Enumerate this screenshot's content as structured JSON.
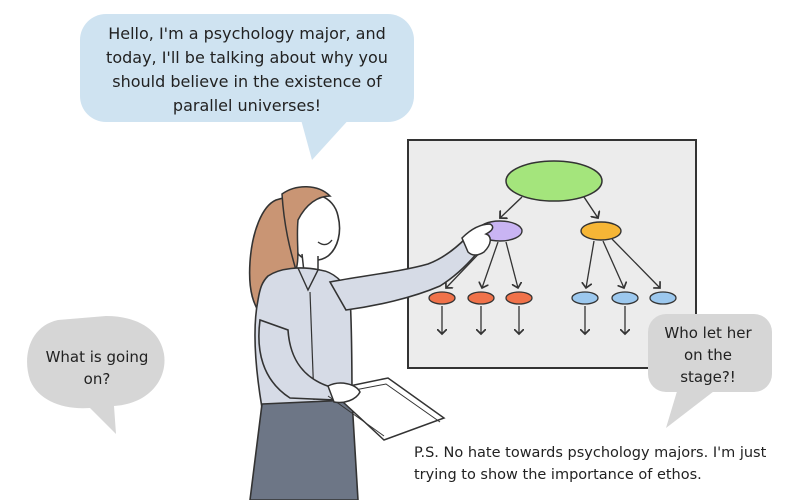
{
  "speech_bubbles": {
    "presenter": "Hello, I'm a psychology major, and today, I'll be talking about why you should believe in the existence of parallel universes!",
    "audience_left": "What is going on?",
    "audience_right": "Who let her on the stage?!"
  },
  "footnote": "P.S. No hate towards psychology majors. I'm just trying to show the importance of ethos.",
  "colors": {
    "bubble_blue": "#cfe3f1",
    "bubble_gray": "#d6d6d6",
    "board": "#ececec",
    "node_top": "#a4e57c",
    "node_purple": "#c9b4f3",
    "node_orange_mid": "#f6b636",
    "node_red": "#f0724a",
    "node_blue": "#9cc8ee",
    "blouse": "#d6dbe6",
    "skirt": "#6d7686",
    "hair": "#c99574"
  },
  "icons": [
    "tree-diagram-board",
    "presenter-figure",
    "papers-in-hand"
  ]
}
